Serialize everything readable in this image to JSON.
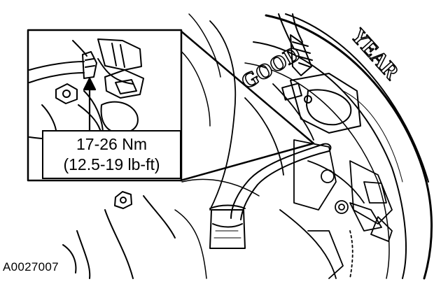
{
  "callout": {
    "torque_nm": "17-26 Nm",
    "torque_lbft": "(12.5-19 lb-ft)"
  },
  "figure_id": "A0027007",
  "tire": {
    "brand_part1": "GOOD",
    "brand_part2": "YEAR"
  },
  "colors": {
    "ink": "#000000",
    "paper": "#ffffff"
  }
}
